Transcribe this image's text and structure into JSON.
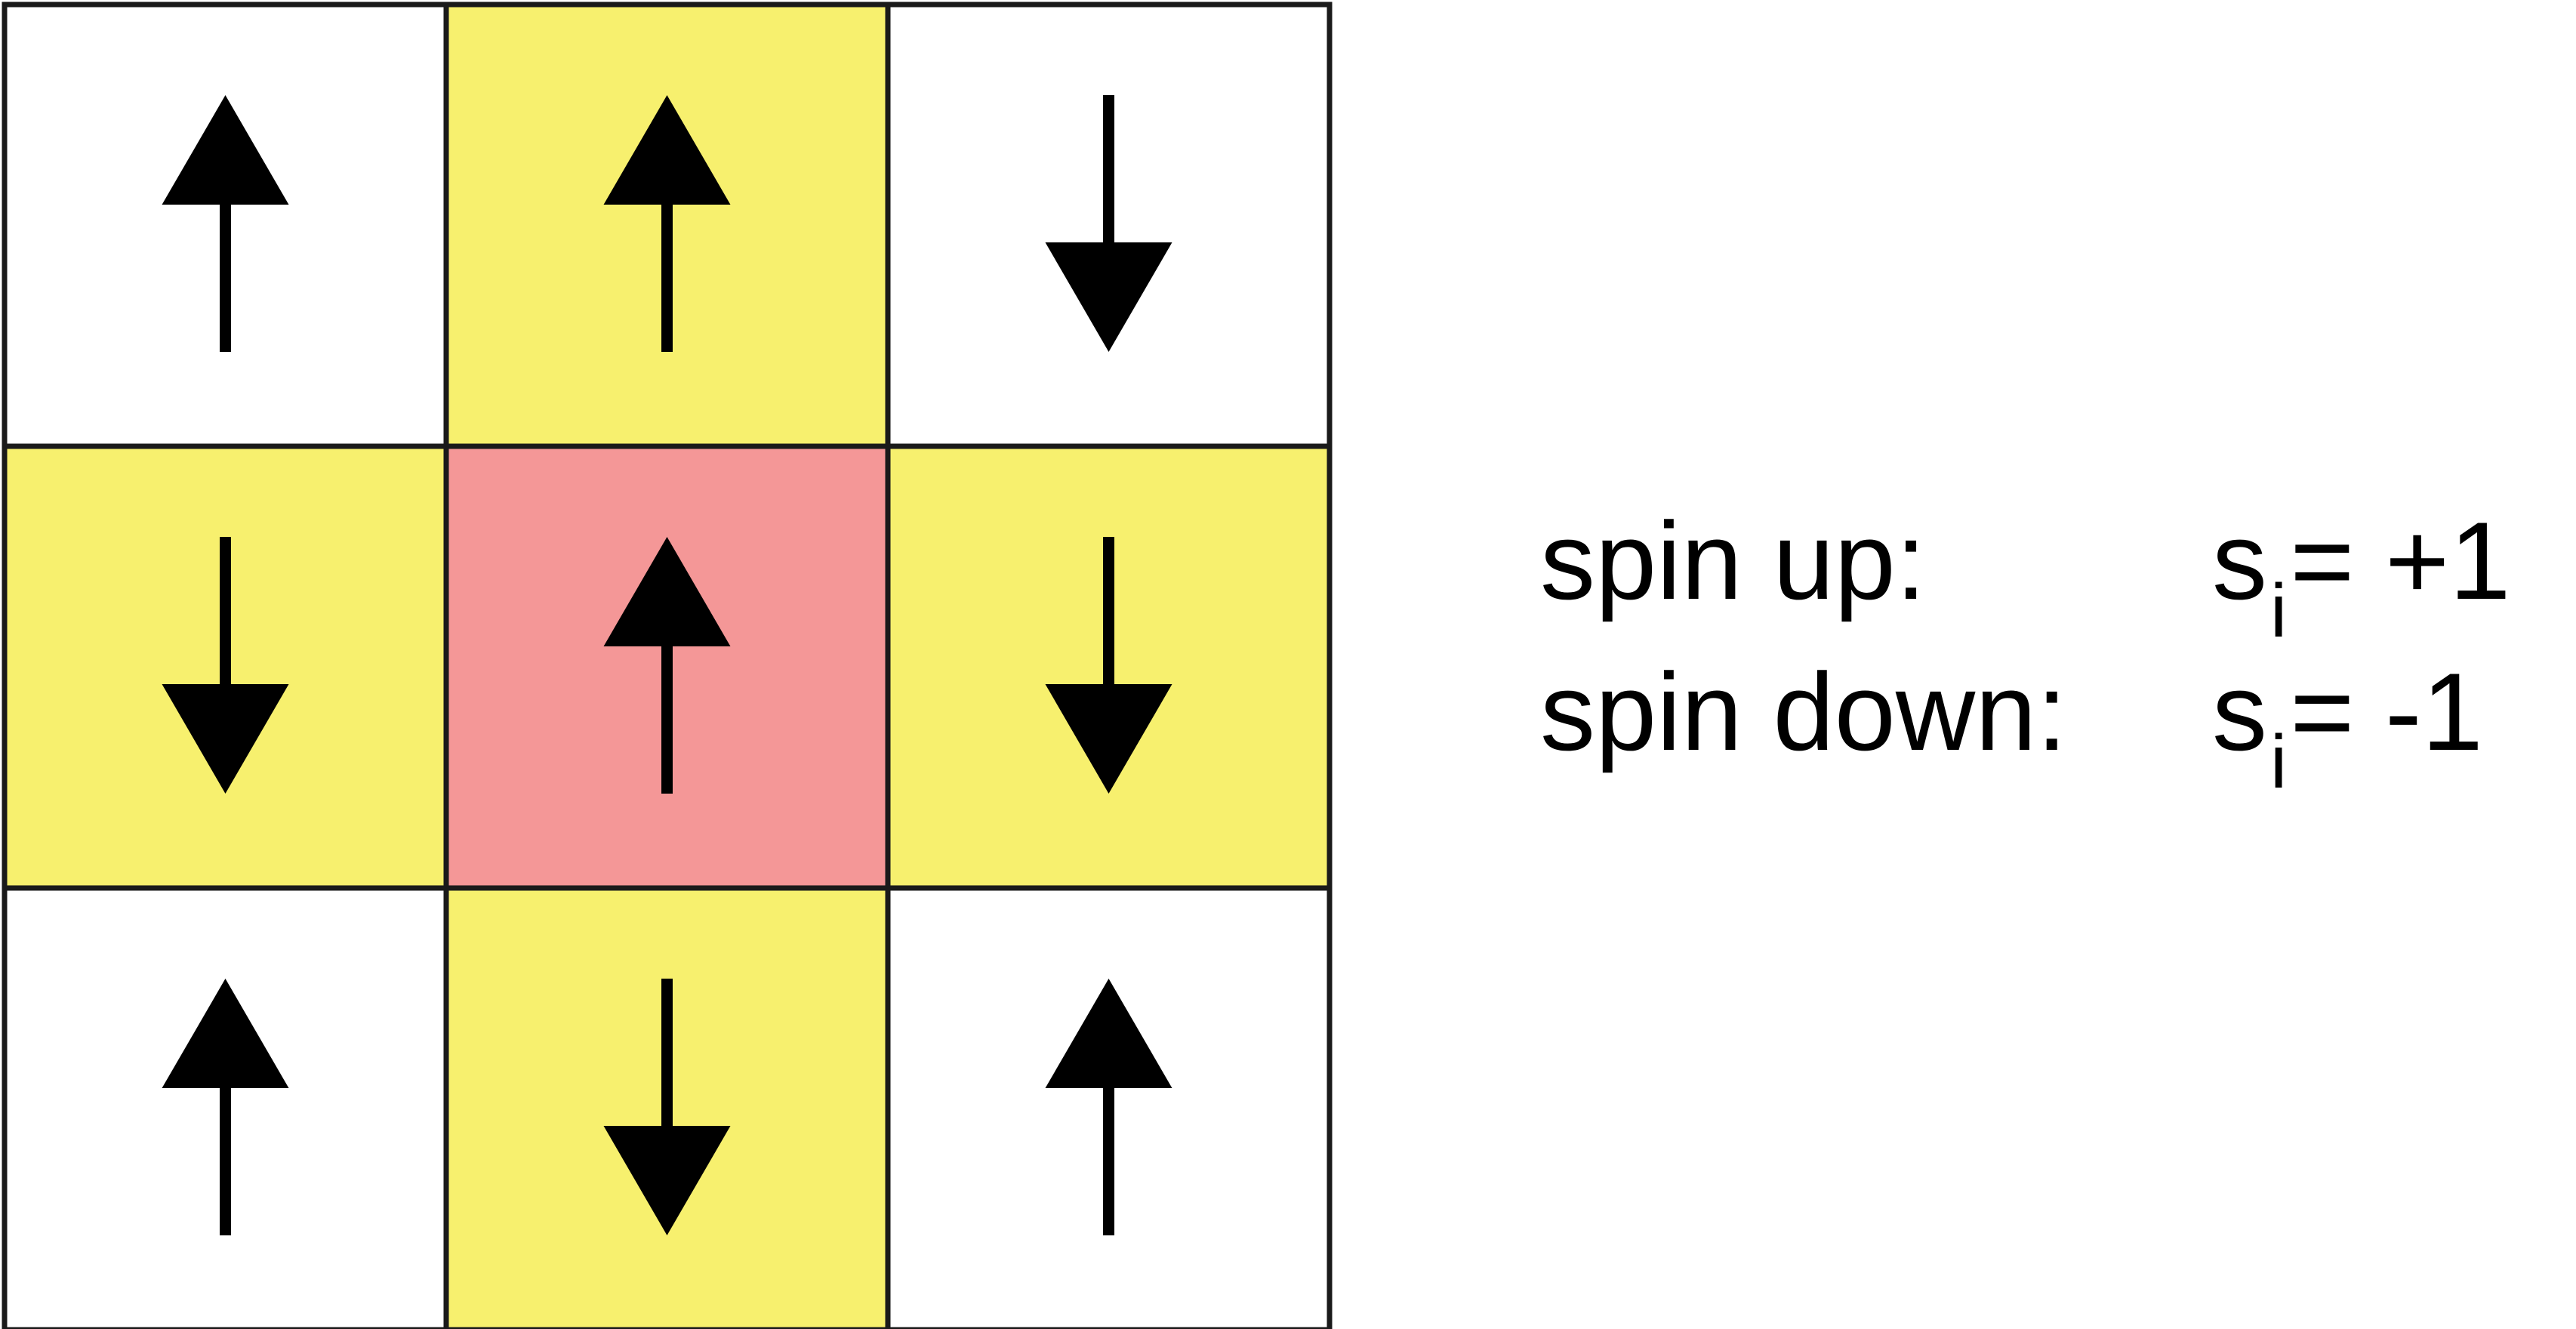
{
  "diagram": {
    "rows": 3,
    "cols": 3,
    "cells": [
      {
        "row": 0,
        "col": 0,
        "spin": "up",
        "role": "other"
      },
      {
        "row": 0,
        "col": 1,
        "spin": "up",
        "role": "neighbor"
      },
      {
        "row": 0,
        "col": 2,
        "spin": "down",
        "role": "other"
      },
      {
        "row": 1,
        "col": 0,
        "spin": "down",
        "role": "neighbor"
      },
      {
        "row": 1,
        "col": 1,
        "spin": "up",
        "role": "center"
      },
      {
        "row": 1,
        "col": 2,
        "spin": "down",
        "role": "neighbor"
      },
      {
        "row": 2,
        "col": 0,
        "spin": "up",
        "role": "other"
      },
      {
        "row": 2,
        "col": 1,
        "spin": "down",
        "role": "neighbor"
      },
      {
        "row": 2,
        "col": 2,
        "spin": "up",
        "role": "other"
      }
    ],
    "colors": {
      "other": "#ffffff",
      "neighbor": "#f7f06e",
      "center": "#f49797",
      "grid": "#1a1a1a",
      "arrow": "#000000"
    }
  },
  "legend": {
    "up_label": "spin up:",
    "up_symbol": "s",
    "up_subscript": "i",
    "up_value": "= +1",
    "down_label": "spin down:",
    "down_symbol": "s",
    "down_subscript": "i",
    "down_value": "= -1"
  }
}
